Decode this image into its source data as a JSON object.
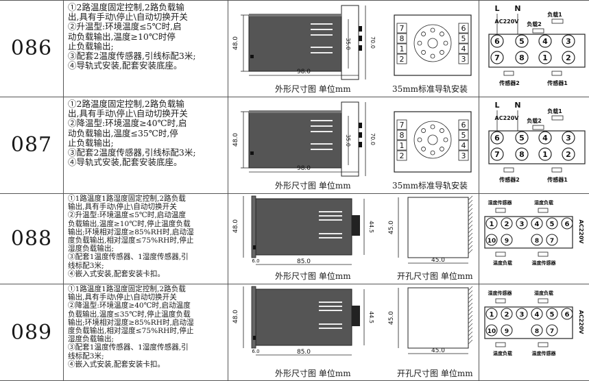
{
  "rows": [
    {
      "model": "086",
      "lines": [
        "①2路温度固定控制,2路负载输",
        "出,具有手动\\停止\\自动切换开关",
        "②升温型:环境温度≤5℃时,启",
        "动负载输出,温度≥10℃时停",
        "止负载输出;",
        "③配套2温度传感器,引线标配3米;",
        "④导轨式安装,配套安装底座。"
      ],
      "dims": {
        "w": "98.0",
        "h": "48.0",
        "d1": "35.0",
        "d2": "70.0"
      },
      "caption_left": "外形尺寸图  单位mm",
      "caption_right": "35mm标准导轨安装",
      "socket_pins": [
        "6",
        "5",
        "7",
        "4",
        "8",
        "3",
        "1",
        "2"
      ],
      "wiring": {
        "L": "L",
        "N": "N",
        "ac": "AC220V",
        "load1": "负载1",
        "load2": "负载2",
        "top": [
          "6",
          "5",
          "4",
          "3"
        ],
        "bottom": [
          "7",
          "8",
          "1",
          "2"
        ],
        "sensor2": "传感器2",
        "sensor1": "传感器1"
      }
    },
    {
      "model": "087",
      "lines": [
        "①2路温度固定控制,2路负载输",
        "出,具有手动\\停止\\自动切换开关",
        "②降温型:环境温度≥40℃时,启",
        "动负载输出,温度≤35℃时,停",
        "止负载输出;",
        "③配套2温度传感器,引线标配3米;",
        "④导轨式安装,配套安装底座。"
      ],
      "dims": {
        "w": "98.0",
        "h": "48.0",
        "d1": "35.0",
        "d2": "70.0"
      },
      "caption_left": "外形尺寸图  单位mm",
      "caption_right": "35mm标准导轨安装",
      "socket_pins": [
        "6",
        "5",
        "7",
        "4",
        "8",
        "3",
        "1",
        "2"
      ],
      "wiring": {
        "L": "L",
        "N": "N",
        "ac": "AC220V",
        "load1": "负载1",
        "load2": "负载2",
        "top": [
          "6",
          "5",
          "4",
          "3"
        ],
        "bottom": [
          "7",
          "8",
          "1",
          "2"
        ],
        "sensor2": "传感器2",
        "sensor1": "传感器1"
      }
    },
    {
      "model": "088",
      "lines": [
        "①1路温度1路湿度固定控制,2路负载",
        "输出,具有手动\\停止\\自动切换开关",
        "②升温型:环境温度≤5℃时,启动温度",
        "负载输出,温度≥10℃时,停止温度负载",
        "输出;环境相对湿度≥85%RH时,启动湿",
        "度负载输出,相对湿度≤75%RH时,停止",
        "湿度负载输出;",
        "③配套1温度传感器、1湿度传感器,引",
        "线标配3米;",
        "④嵌入式安装,配套安装卡扣。"
      ],
      "dims": {
        "w": "85.0",
        "h": "48.0",
        "d1": "44.5",
        "front": "6.0",
        "cut_w": "45.0",
        "cut_h": "45.0"
      },
      "caption_left": "外形尺寸图  单位mm",
      "caption_right": "开孔尺寸图  单位mm",
      "wiring": {
        "hum_sensor": "湿度传感器",
        "hum_load": "湿度负载",
        "ac": "AC220V",
        "top": [
          "1",
          "2",
          "3",
          "4",
          "5",
          "6"
        ],
        "bottom": [
          "10",
          "9",
          "8",
          "7"
        ],
        "temp_load": "温度负载",
        "temp_sensor": "温度传感器"
      }
    },
    {
      "model": "089",
      "lines": [
        "①1路温度1路湿度固定控制,2路负载",
        "输出,具有手动\\停止\\自动切换开关",
        "②降温型:环境温度≥40℃时,启动温度",
        "负载输出,温度≤35℃时,停止温度负载",
        "输出;环境相对湿度≥85%RH时,启动湿",
        "度负载输出,相对湿度≤75%RH时,停止",
        "湿度负载输出;",
        "③配套1温度传感器、1湿度传感器,引",
        "线标配3米;",
        "④嵌入式安装,配套安装卡扣。"
      ],
      "dims": {
        "w": "85.0",
        "h": "48.0",
        "d1": "44.5",
        "front": "6.0",
        "cut_w": "45.0",
        "cut_h": "45.0"
      },
      "caption_left": "外形尺寸图  单位mm",
      "caption_right": "开孔尺寸图  单位mm",
      "wiring": {
        "hum_sensor": "湿度传感器",
        "hum_load": "湿度负载",
        "ac": "AC220V",
        "top": [
          "1",
          "2",
          "3",
          "4",
          "5",
          "6"
        ],
        "bottom": [
          "10",
          "9",
          "8",
          "7"
        ],
        "temp_load": "温度负载",
        "temp_sensor": "温度传感器"
      }
    }
  ]
}
